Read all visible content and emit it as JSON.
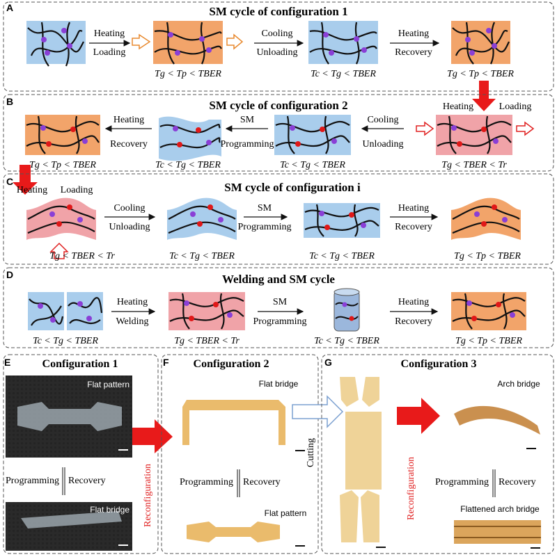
{
  "panels": {
    "A": {
      "letter": "A",
      "title": "SM cycle of configuration 1",
      "steps": [
        {
          "line1": "Heating",
          "line2": "Loading"
        },
        {
          "line1": "Cooling",
          "line2": "Unloading"
        },
        {
          "line1": "Heating",
          "line2": "Recovery"
        }
      ],
      "conditions": [
        "Tg < Tp < TBER",
        "Tc < Tg < TBER",
        "Tg < Tp < TBER"
      ]
    },
    "B": {
      "letter": "B",
      "title": "SM cycle of configuration 2",
      "steps": [
        {
          "line1": "Heating",
          "line2": "Loading"
        },
        {
          "line1": "Cooling",
          "line2": "Unloading"
        },
        {
          "line1": "SM",
          "line2": "Programming"
        },
        {
          "line1": "Heating",
          "line2": "Recovery"
        }
      ],
      "conditions": [
        "Tg < Tp < TBER",
        "Tc < Tg < TBER",
        "Tc < Tg < TBER",
        "Tg < TBER < Tr"
      ]
    },
    "C": {
      "letter": "C",
      "title": "SM cycle of configuration i",
      "steps": [
        {
          "line1": "Heating",
          "line2": "Loading"
        },
        {
          "line1": "Cooling",
          "line2": "Unloading"
        },
        {
          "line1": "SM",
          "line2": "Programming"
        },
        {
          "line1": "Heating",
          "line2": "Recovery"
        }
      ],
      "conditions": [
        "Tg < TBER < Tr",
        "Tc < Tg < TBER",
        "Tc < Tg < TBER",
        "Tg < Tp < TBER"
      ]
    },
    "D": {
      "letter": "D",
      "title": "Welding and SM cycle",
      "steps": [
        {
          "line1": "Heating",
          "line2": "Welding"
        },
        {
          "line1": "SM",
          "line2": "Programming"
        },
        {
          "line1": "Heating",
          "line2": "Recovery"
        }
      ],
      "conditions": [
        "Tc < Tg < TBER",
        "Tg < TBER < Tr",
        "Tc < Tg < TBER",
        "Tg < Tp < TBER"
      ]
    },
    "E": {
      "letter": "E",
      "title": "Configuration 1",
      "photo_top": "Flat pattern",
      "photo_bottom": "Flat bridge",
      "programming": "Programming",
      "recovery": "Recovery"
    },
    "F": {
      "letter": "F",
      "title": "Configuration 2",
      "photo_top": "Flat bridge",
      "photo_bottom": "Flat pattern",
      "programming": "Programming",
      "recovery": "Recovery"
    },
    "G": {
      "letter": "G",
      "title": "Configuration 3",
      "photo_top": "Arch bridge",
      "photo_bottom": "Flattened arch bridge",
      "programming": "Programming",
      "recovery": "Recovery"
    }
  },
  "reconfiguration_label": "Reconfiguration",
  "cutting_label": "Cutting",
  "colors": {
    "blue": "#a9cdec",
    "orange": "#f2a46a",
    "pink": "#f0a3a8",
    "red_arrow": "#e81a1a",
    "temp_orange": "#e8892e",
    "temp_blue": "#4a78c8",
    "temp_red": "#e02020",
    "crosslink_purple": "#8a3fd6",
    "crosslink_red": "#e01818"
  }
}
